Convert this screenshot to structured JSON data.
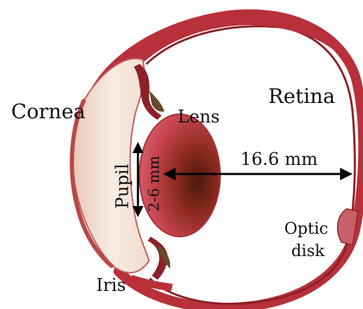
{
  "labels": {
    "cornea": "Cornea",
    "lens": "Lens",
    "retina": "Retina",
    "pupil": "Pupil",
    "pupil_size": "2-6 mm",
    "eye_length": "16.6 mm",
    "optic_disk_line1": "Optic",
    "optic_disk_line2": "disk",
    "iris": "Iris"
  },
  "colors": {
    "sclera_red": "#b8303a",
    "tissue_dark": "#8c2028",
    "cornea_cream": "#f4e4d8",
    "lens_red": "#c24048",
    "lens_dark": "#5a2410",
    "arrow": "#000000",
    "background": "#ffffff"
  }
}
